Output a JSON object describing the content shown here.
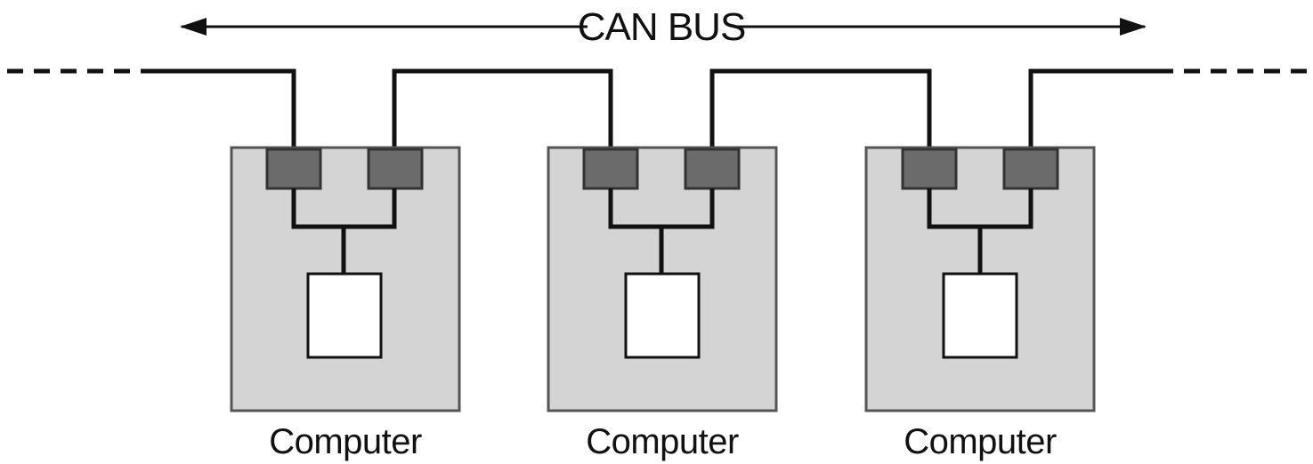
{
  "bus": {
    "label": "CAN BUS"
  },
  "computers": [
    {
      "label": "Computer"
    },
    {
      "label": "Computer"
    },
    {
      "label": "Computer"
    }
  ],
  "colors": {
    "computer_fill": "#d4d4d4",
    "connector_fill": "#6b6b6b",
    "processor_fill": "#ffffff",
    "wire": "#111111",
    "outline": "#555555"
  }
}
